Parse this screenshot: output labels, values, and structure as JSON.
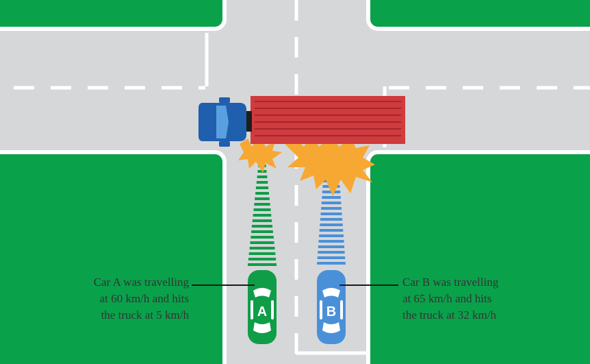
{
  "colors": {
    "grass": "#0aa14b",
    "road": "#d6d7d9",
    "marking": "#ffffff",
    "truck_trailer": "#cf3b3e",
    "truck_cab": "#1f5fae",
    "car_a": "#0f9d48",
    "car_b": "#4a90d9",
    "impact": "#f7a832",
    "leader_line": "#1a1a1a"
  },
  "icons": [
    "truck-icon",
    "car-a-icon",
    "car-b-icon",
    "impact-burst-icon"
  ],
  "car_a": {
    "letter": "A",
    "callout": [
      "Car A was travelling",
      "at 60 km/h and hits",
      "the truck at 5 km/h"
    ],
    "initial_speed_kmh": 60,
    "impact_speed_kmh": 5
  },
  "car_b": {
    "letter": "B",
    "callout": [
      "Car B was travelling",
      "at 65 km/h and hits",
      "the truck at 32 km/h"
    ],
    "initial_speed_kmh": 65,
    "impact_speed_kmh": 32
  }
}
